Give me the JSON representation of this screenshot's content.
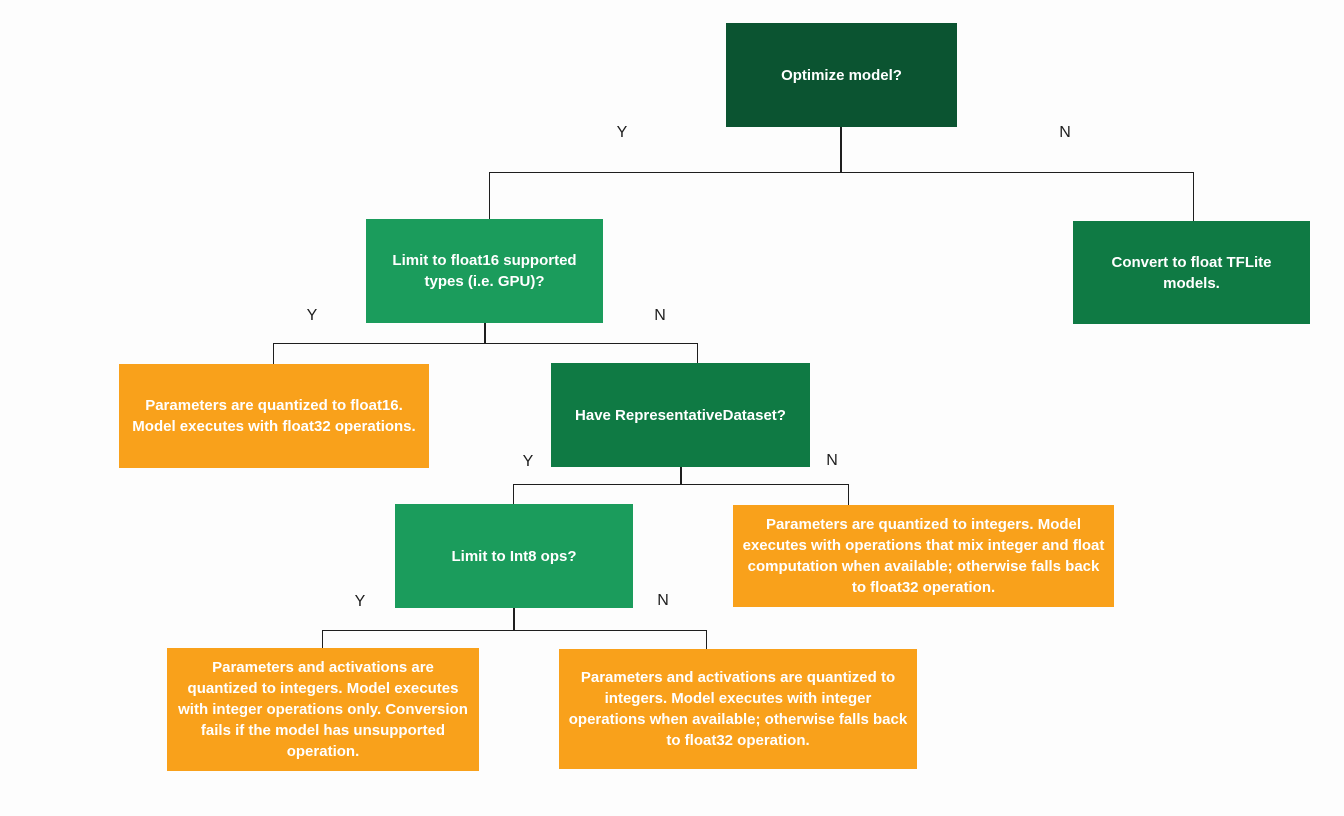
{
  "diagram": {
    "description_colors": {
      "root_decision_green": "#0b5431",
      "secondary_decision_green": "#0f7a44",
      "limit_decision_green": "#1b9c5c",
      "outcome_orange": "#f9a11b",
      "connector_line": "#1e1e1e",
      "node_text": "#ffffff",
      "branch_label_text": "#1e1e1e",
      "background": "#fdfdfd"
    },
    "nodes": [
      {
        "id": "optimize-model",
        "kind": "decision",
        "label": "Optimize model?"
      },
      {
        "id": "limit-float16",
        "kind": "decision",
        "label": "Limit to float16 supported types (i.e. GPU)?"
      },
      {
        "id": "convert-float-tflite",
        "kind": "result",
        "label": "Convert to float TFLite models."
      },
      {
        "id": "quantized-float16",
        "kind": "outcome",
        "label": "Parameters are quantized to float16. Model executes with float32 operations."
      },
      {
        "id": "have-representative-dataset",
        "kind": "decision",
        "label": "Have RepresentativeDataset?"
      },
      {
        "id": "limit-int8",
        "kind": "decision",
        "label": "Limit to Int8 ops?"
      },
      {
        "id": "quantized-integers-mixed",
        "kind": "outcome",
        "label": "Parameters are quantized to integers. Model executes with operations that mix integer and float computation when available; otherwise falls back to float32 operation."
      },
      {
        "id": "quantized-integers-only",
        "kind": "outcome",
        "label": "Parameters and activations are quantized to integers. Model executes with integer operations only. Conversion fails if the model has unsupported operation."
      },
      {
        "id": "quantized-integers-fallback",
        "kind": "outcome",
        "label": "Parameters and activations are quantized to integers. Model executes with integer operations when available; otherwise falls back to float32 operation."
      }
    ],
    "edges": [
      {
        "from": "optimize-model",
        "to": "limit-float16",
        "label": "Y"
      },
      {
        "from": "optimize-model",
        "to": "convert-float-tflite",
        "label": "N"
      },
      {
        "from": "limit-float16",
        "to": "quantized-float16",
        "label": "Y"
      },
      {
        "from": "limit-float16",
        "to": "have-representative-dataset",
        "label": "N"
      },
      {
        "from": "have-representative-dataset",
        "to": "limit-int8",
        "label": "Y"
      },
      {
        "from": "have-representative-dataset",
        "to": "quantized-integers-mixed",
        "label": "N"
      },
      {
        "from": "limit-int8",
        "to": "quantized-integers-only",
        "label": "Y"
      },
      {
        "from": "limit-int8",
        "to": "quantized-integers-fallback",
        "label": "N"
      }
    ]
  }
}
